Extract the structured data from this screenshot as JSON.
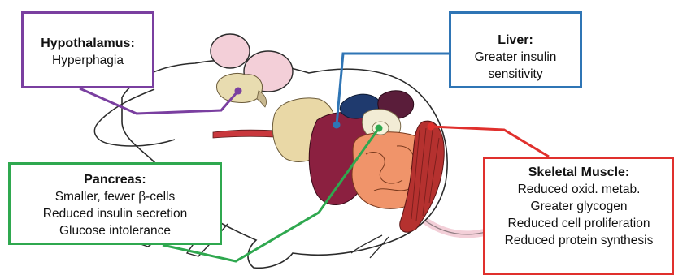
{
  "colors": {
    "hypothalamus": "#7a3fa0",
    "liver": "#2f75b5",
    "pancreas": "#2fa84f",
    "muscle": "#e0302d",
    "outline": "#2b2b2b",
    "ear_pink": "#f3cfd8",
    "liver_organ": "#8b2040",
    "stomach": "#e9d8a6",
    "intestine": "#f0946a",
    "muscle_organ": "#b5312f",
    "brain": "#e8dcb0"
  },
  "hypothalamus": {
    "title": "Hypothalamus:",
    "lines": [
      "Hyperphagia"
    ]
  },
  "liver": {
    "title": "Liver:",
    "lines": [
      "Greater insulin",
      "sensitivity"
    ]
  },
  "pancreas": {
    "title": "Pancreas:",
    "lines": [
      "Smaller, fewer β-cells",
      "Reduced insulin secretion",
      "Glucose intolerance"
    ]
  },
  "muscle": {
    "title": "Skeletal Muscle:",
    "lines": [
      "Reduced oxid. metab.",
      "Greater glycogen",
      "Reduced cell proliferation",
      "Reduced protein synthesis"
    ]
  }
}
